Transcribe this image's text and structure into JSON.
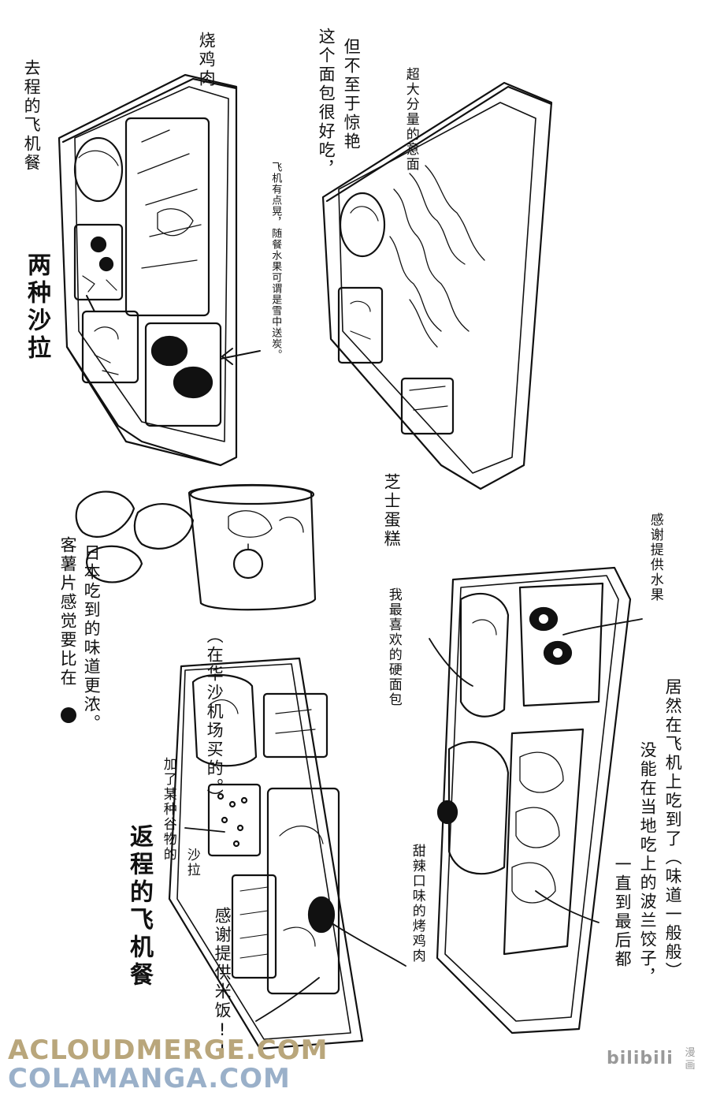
{
  "notes": {
    "outbound_title": "去程的飞机餐",
    "grilled_chicken": "烧鸡肉",
    "two_salads": "两种沙拉",
    "fruit_note": "飞机有点晃，随餐水果可谓是雪中送炭。",
    "bread_note_1": "这个面包很好吃，",
    "bread_note_2": "但不至于惊艳",
    "pasta": "超大分量的意面",
    "cheesecake": "芝士蛋糕",
    "chips_note_1": "客薯片感觉要比在",
    "chips_note_2": "日本吃到的味道更浓。",
    "chips_origin": "（在华沙机场买的。）",
    "return_title": "返程的飞机餐",
    "grain_salad_1": "加了某种谷物的",
    "grain_salad_2": "沙拉",
    "rice_thanks": "感谢提供米饭!!",
    "chicken_sweet_spicy": "甜辣口味的烤鸡肉",
    "hard_bread": "我最喜欢的硬面包",
    "fruit_thanks": "感谢提供水果",
    "dumplings_1": "一直到最后都",
    "dumplings_2": "没能在当地吃上的波兰饺子，",
    "dumplings_3": "居然在飞机上吃到了（味道一般般）"
  },
  "watermark": {
    "line1": "ACLOUDMERGE.COM",
    "line2": "COLAMANGA.COM"
  },
  "logo": {
    "brand": "bilibili",
    "sub": "漫画"
  }
}
